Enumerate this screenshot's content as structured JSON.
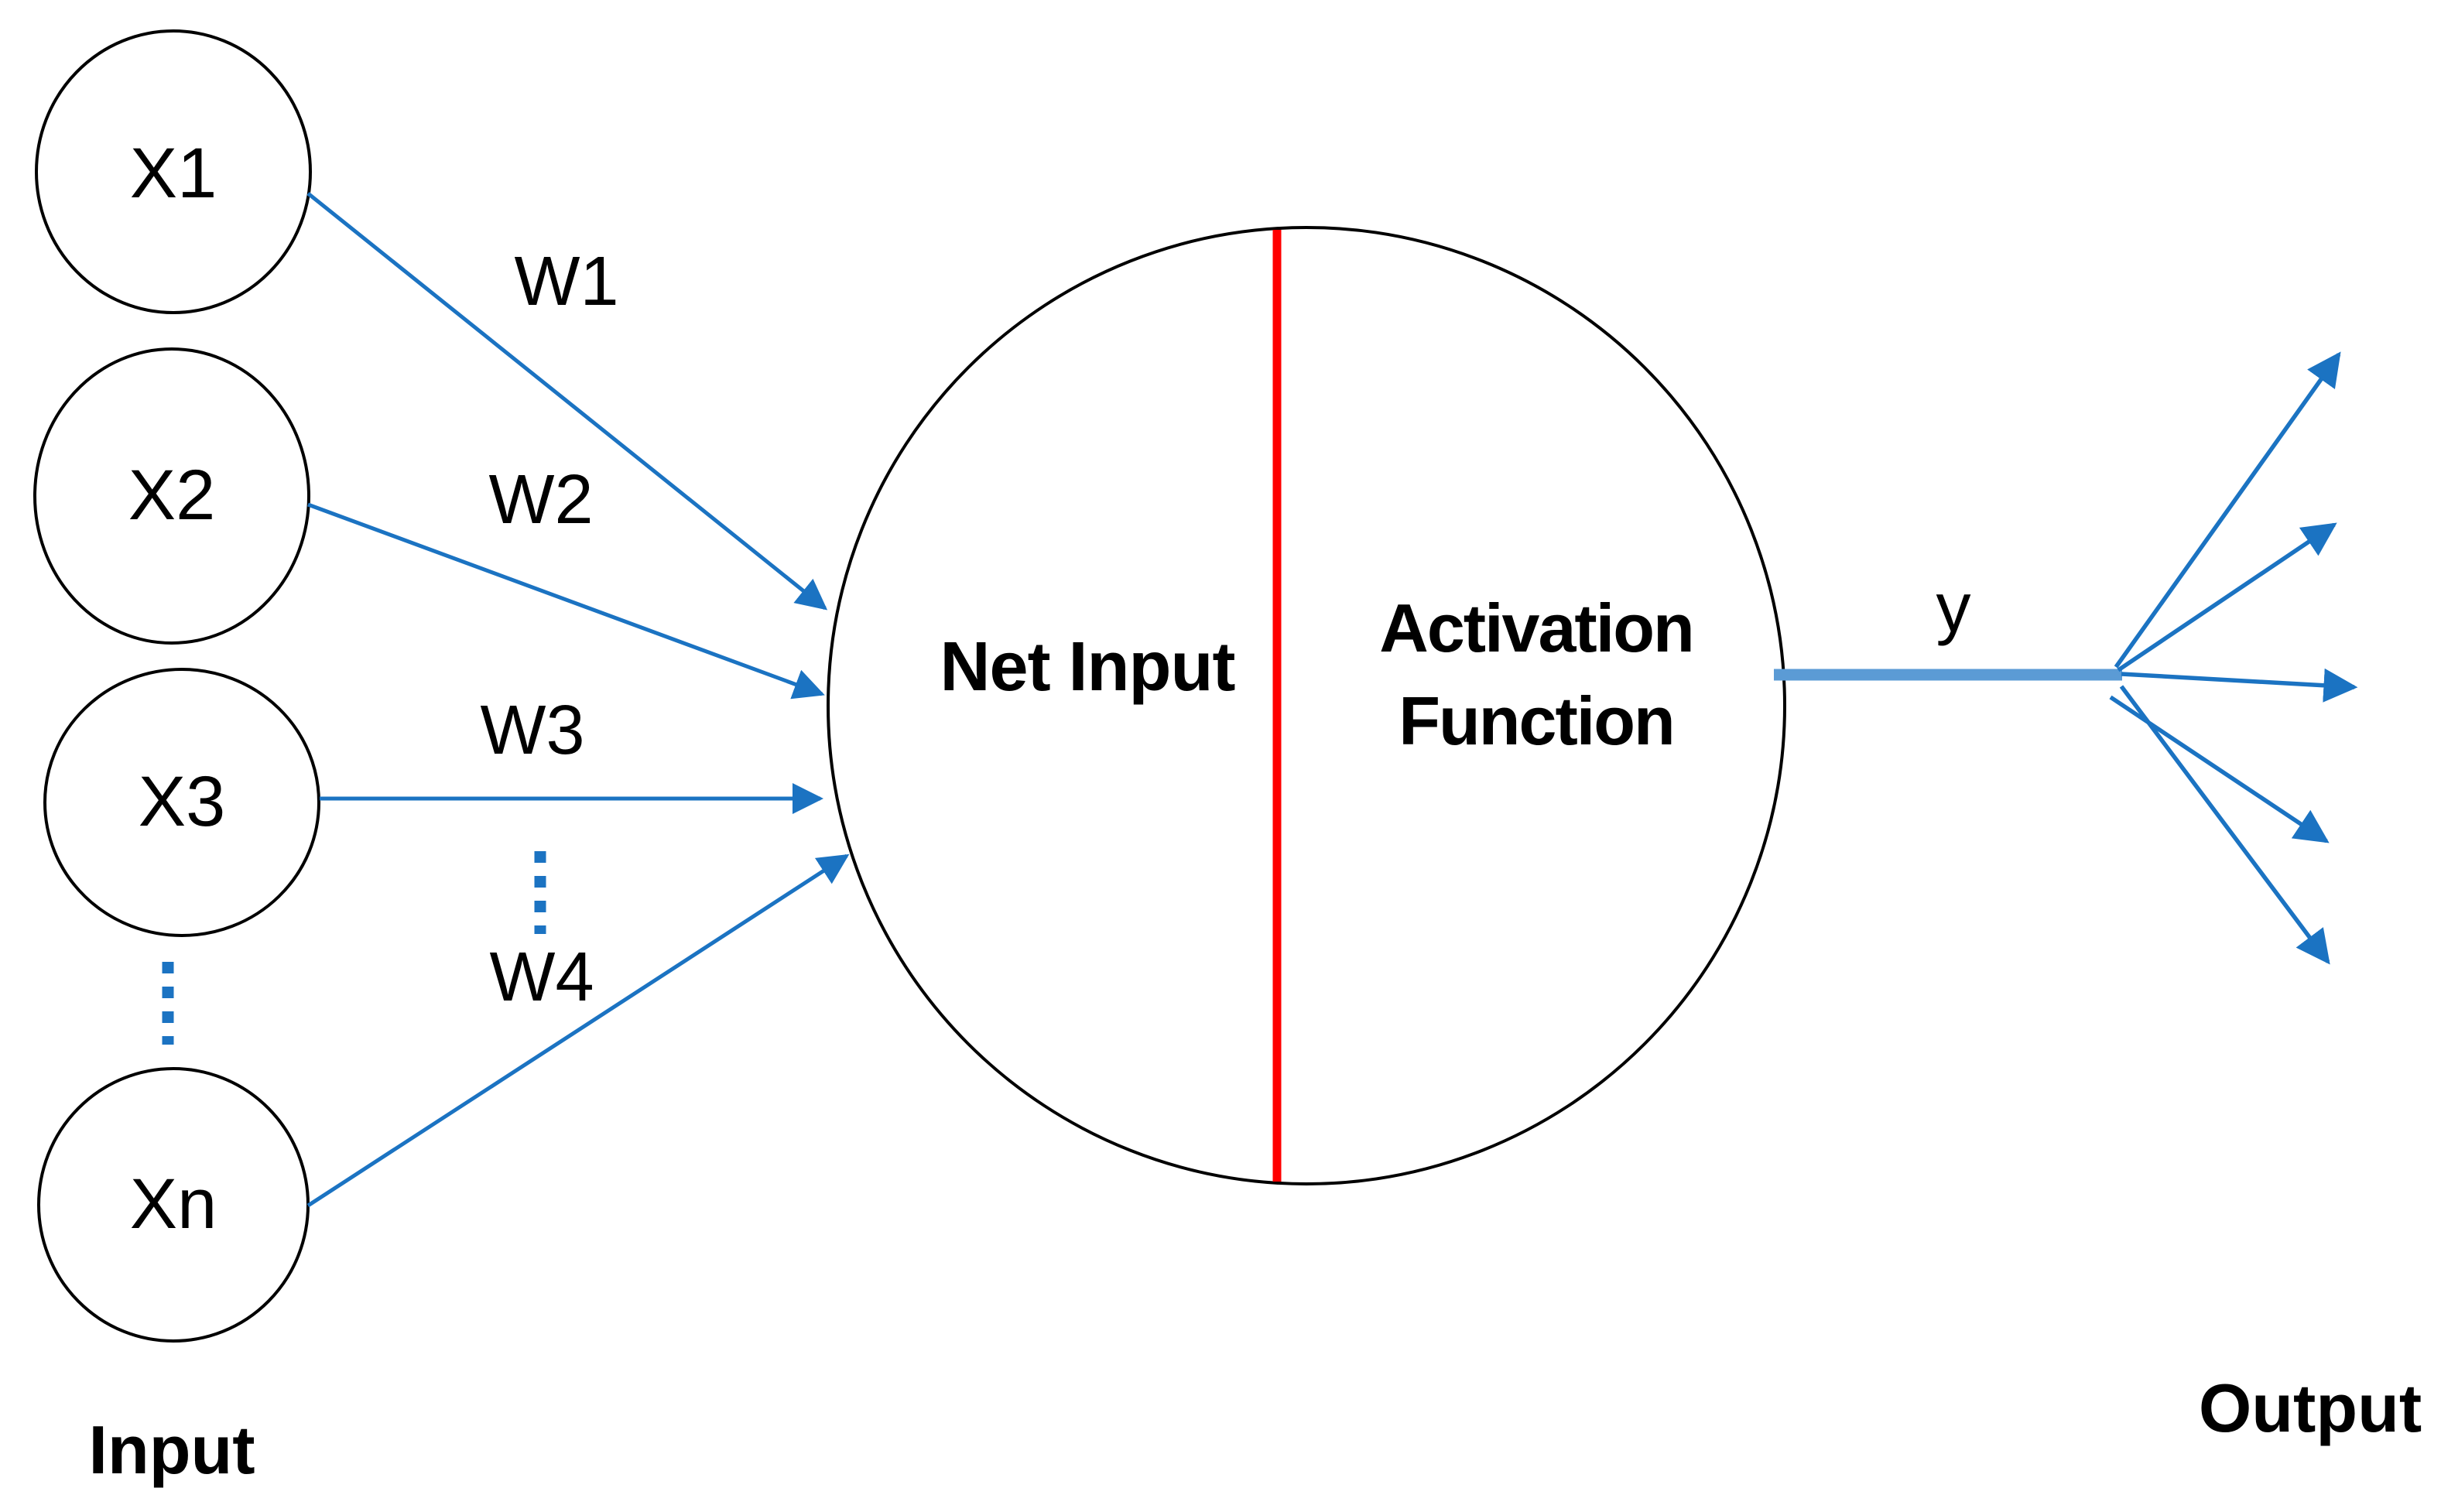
{
  "diagram": {
    "type": "perceptron-neuron-diagram",
    "input_nodes": [
      "X1",
      "X2",
      "X3",
      "Xn"
    ],
    "weight_labels": [
      "W1",
      "W2",
      "W3",
      "W4"
    ],
    "neuron": {
      "left_label": "Net Input",
      "right_label_line1": "Activation",
      "right_label_line2": "Function"
    },
    "output_signal_label": "y",
    "captions": {
      "input": "Input",
      "output": "Output"
    },
    "output_arrow_count": 5,
    "colors": {
      "line_blue": "#1b73c2",
      "thick_blue": "#5b9bd5",
      "divider_red": "#ff0000",
      "node_stroke": "#000000",
      "text_black": "#000000"
    }
  }
}
